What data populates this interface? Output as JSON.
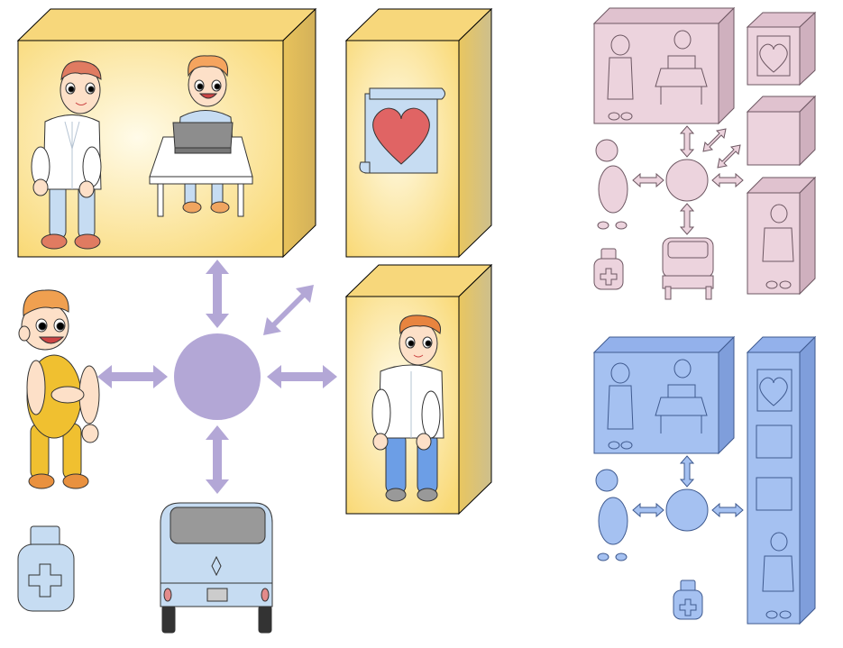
{
  "diagram": {
    "palettes": {
      "main": {
        "hub": "#b3a7d6",
        "box_front": "#fde7a3",
        "box_side": "#e2be58",
        "box_top": "#f7d77b",
        "outline": "#000000"
      },
      "pink": {
        "fill": "#ecd3dd",
        "side": "#cfb0be",
        "top": "#e0c2cf",
        "outline": "#6d5762"
      },
      "blue": {
        "fill": "#a5c1f1",
        "side": "#7f9edb",
        "top": "#93b1eb",
        "outline": "#3f5a8f"
      }
    },
    "main_scene": {
      "hub_icon": "circle-hub",
      "connections": [
        "office-box",
        "patient-person",
        "cargo-van",
        "worker-box",
        "document-box"
      ],
      "office_box": {
        "contents": [
          "doctor-person",
          "laptop-worker",
          "desk"
        ]
      },
      "document_box": {
        "contents": [
          "scroll-document",
          "heart-icon"
        ]
      },
      "worker_box": {
        "contents": [
          "worker-person"
        ]
      },
      "patient": {
        "icon": "patient-person"
      },
      "medicine": {
        "icon": "medicine-bottle-icon"
      },
      "vehicle": {
        "icon": "van-icon"
      }
    },
    "pink_scene": {
      "hub_icon": "circle-hub",
      "items": [
        "office-box",
        "document-box",
        "empty-box",
        "worker-box",
        "patient-person",
        "van-icon",
        "medicine-bottle-icon"
      ]
    },
    "blue_scene": {
      "hub_icon": "circle-hub",
      "items": [
        "office-box",
        "tall-cabinet",
        "patient-person",
        "medicine-bottle-icon"
      ]
    }
  }
}
